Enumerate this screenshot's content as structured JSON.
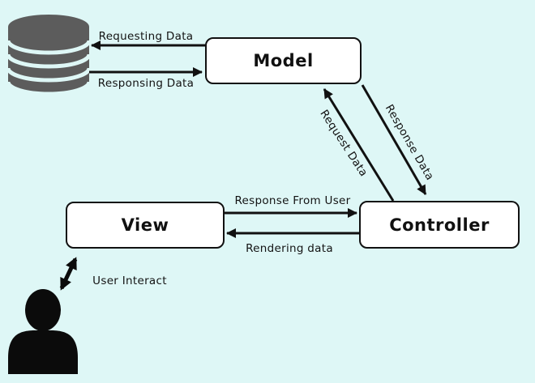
{
  "diagram": {
    "nodes": {
      "model": {
        "label": "Model"
      },
      "view": {
        "label": "View"
      },
      "controller": {
        "label": "Controller"
      }
    },
    "edges": {
      "requesting_data": {
        "label": "Requesting Data",
        "from": "Model",
        "to": "Database"
      },
      "responsing_data": {
        "label": "Responsing Data",
        "from": "Database",
        "to": "Model"
      },
      "request_data": {
        "label": "Request Data",
        "from": "Controller",
        "to": "Model"
      },
      "response_data": {
        "label": "Response Data",
        "from": "Model",
        "to": "Controller"
      },
      "response_from_user": {
        "label": "Response From User",
        "from": "View",
        "to": "Controller"
      },
      "rendering_data": {
        "label": "Rendering data",
        "from": "Controller",
        "to": "View"
      },
      "user_interact": {
        "label": "User Interact",
        "from": "User",
        "to": "View",
        "bidirectional": true
      }
    },
    "icons": {
      "database": "database-icon",
      "user": "user-icon"
    },
    "colors": {
      "background": "#def7f6",
      "node_fill": "#ffffff",
      "node_border": "#111111",
      "arrow": "#111111",
      "database_icon": "#5c5c5c",
      "user_icon": "#0b0b0b",
      "label_text": "#131313"
    }
  }
}
